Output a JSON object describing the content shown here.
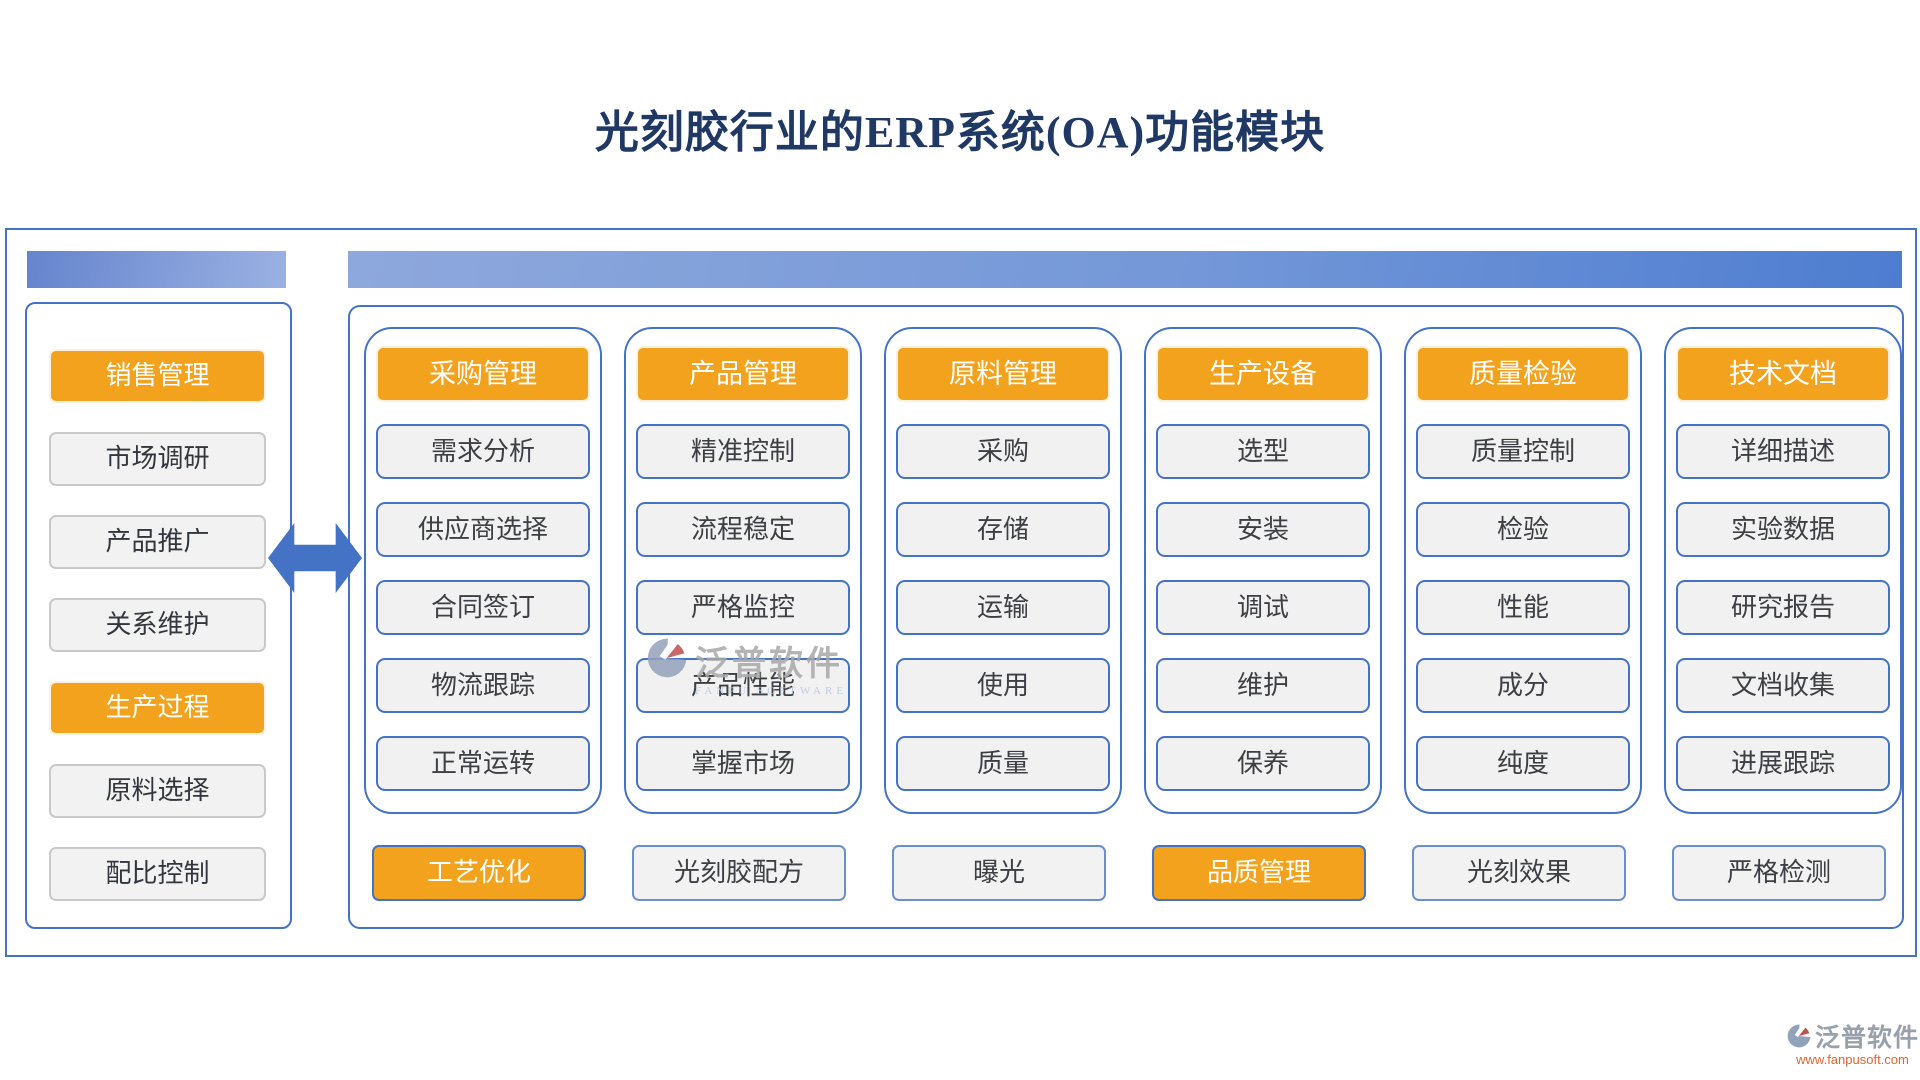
{
  "title": "光刻胶行业的ERP系统(OA)功能模块",
  "colors": {
    "accent_blue": "#4472C4",
    "orange": "#F2A21D",
    "title_navy": "#1F3864",
    "gray_fill": "#F1F1F1"
  },
  "sidebar": {
    "items": [
      {
        "label": "销售管理",
        "variant": "orange"
      },
      {
        "label": "市场调研",
        "variant": "gray"
      },
      {
        "label": "产品推广",
        "variant": "gray"
      },
      {
        "label": "关系维护",
        "variant": "gray"
      },
      {
        "label": "生产过程",
        "variant": "orange"
      },
      {
        "label": "原料选择",
        "variant": "gray"
      },
      {
        "label": "配比控制",
        "variant": "gray"
      }
    ]
  },
  "main": {
    "columns": [
      {
        "header": "采购管理",
        "items": [
          "需求分析",
          "供应商选择",
          "合同签订",
          "物流跟踪",
          "正常运转"
        ]
      },
      {
        "header": "产品管理",
        "items": [
          "精准控制",
          "流程稳定",
          "严格监控",
          "产品性能",
          "掌握市场"
        ]
      },
      {
        "header": "原料管理",
        "items": [
          "采购",
          "存储",
          "运输",
          "使用",
          "质量"
        ]
      },
      {
        "header": "生产设备",
        "items": [
          "选型",
          "安装",
          "调试",
          "维护",
          "保养"
        ]
      },
      {
        "header": "质量检验",
        "items": [
          "质量控制",
          "检验",
          "性能",
          "成分",
          "纯度"
        ]
      },
      {
        "header": "技术文档",
        "items": [
          "详细描述",
          "实验数据",
          "研究报告",
          "文档收集",
          "进展跟踪"
        ]
      }
    ],
    "bottom_row": [
      {
        "label": "工艺优化",
        "variant": "orange"
      },
      {
        "label": "光刻胶配方",
        "variant": "gray"
      },
      {
        "label": "曝光",
        "variant": "gray"
      },
      {
        "label": "品质管理",
        "variant": "orange"
      },
      {
        "label": "光刻效果",
        "variant": "gray"
      },
      {
        "label": "严格检测",
        "variant": "gray"
      }
    ]
  },
  "watermark_center": {
    "brand": "泛普软件",
    "subtitle": "FANPU SOFTWARE"
  },
  "watermark_corner": {
    "brand": "泛普软件",
    "url": "www.fanpusoft.com"
  }
}
